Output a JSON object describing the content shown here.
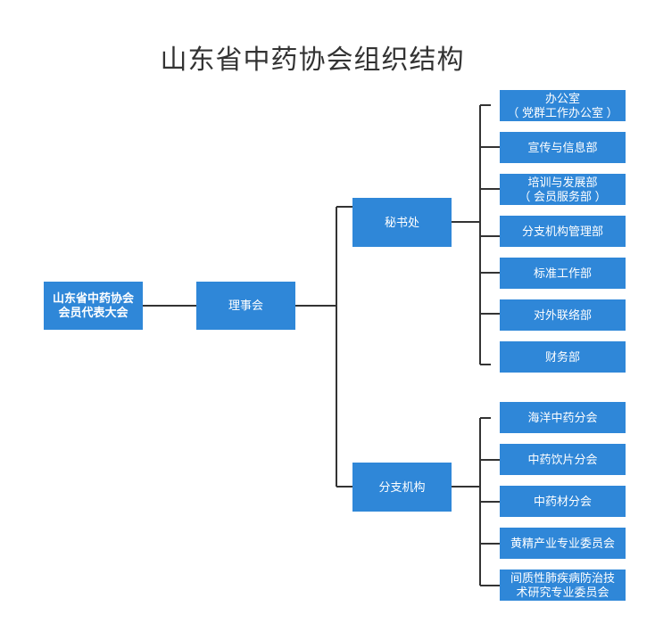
{
  "title": "山东省中药协会组织结构",
  "colors": {
    "box": "#2f87d8",
    "line": "#333333",
    "text": "#ffffff"
  },
  "nodes": {
    "congress": "山东省中药协会\n会员代表大会",
    "council": "理事会",
    "secretariat": "秘书处",
    "branches": "分支机构",
    "secretariat_children": [
      "办公室\n（ 党群工作办公室 ）",
      "宣传与信息部",
      "培训与发展部\n（ 会员服务部 ）",
      "分支机构管理部",
      "标准工作部",
      "对外联络部",
      "财务部"
    ],
    "branch_children": [
      "海洋中药分会",
      "中药饮片分会",
      "中药材分会",
      "黄精产业专业委员会",
      "间质性肺疾病防治技\n术研究专业委员会"
    ]
  }
}
